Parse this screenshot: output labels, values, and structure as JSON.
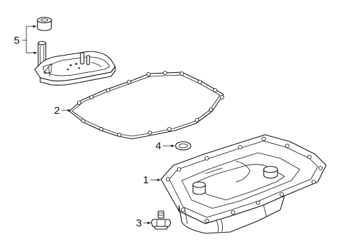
{
  "callouts": [
    {
      "id": "1",
      "part": "transmission-oil-pan"
    },
    {
      "id": "2",
      "part": "pan-gasket"
    },
    {
      "id": "3",
      "part": "drain-plug"
    },
    {
      "id": "4",
      "part": "drain-plug-seal-ring"
    },
    {
      "id": "5",
      "part": "filter-assembly"
    }
  ],
  "colors": {
    "ink": "#111111",
    "background": "#ffffff"
  }
}
